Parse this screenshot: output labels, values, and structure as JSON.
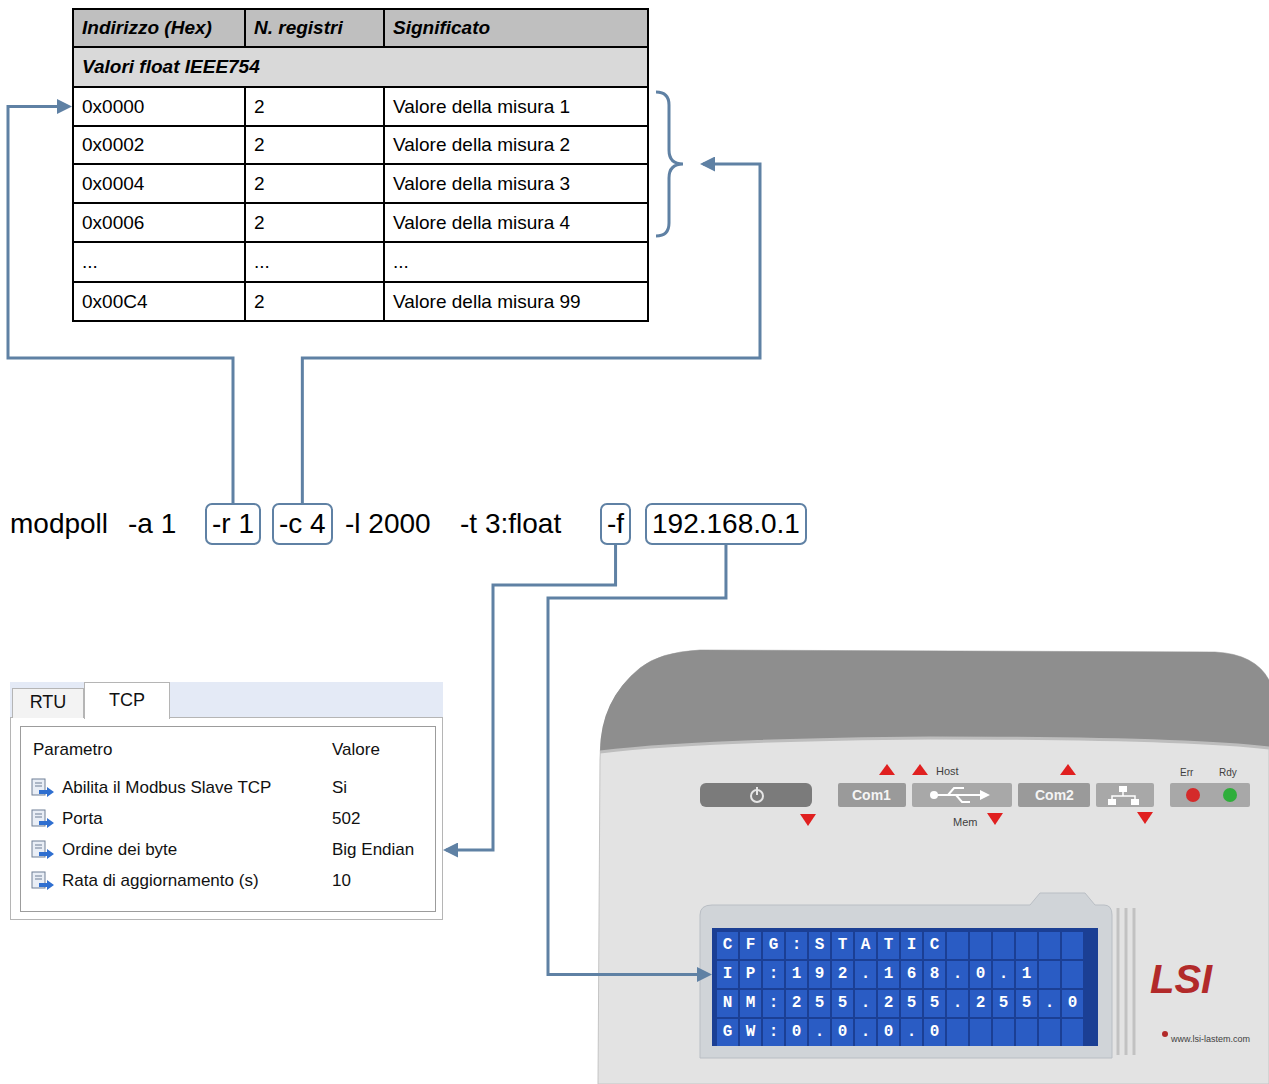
{
  "diagram": {
    "nodes": [
      {
        "text": [
          "Indirizzo (Hex)",
          "N. registri",
          "Significato",
          "Valori float IEEE754",
          "0x0000",
          "2",
          "Valore della misura 1",
          "0x0002",
          "2",
          "Valore della misura 2",
          "0x0004",
          "2",
          "Valore della misura 3",
          "0x0006",
          "2",
          "Valore della misura 4",
          "...",
          "...",
          "...",
          "0x00C4",
          "2",
          "Valore della misura 99"
        ]
      },
      {
        "text": [
          "-r 1"
        ]
      },
      {
        "text": [
          "-c 4"
        ]
      },
      {
        "text": [
          "-f"
        ]
      },
      {
        "text": [
          "192.168.0.1"
        ]
      },
      {
        "text": [
          "RTU",
          "TCP",
          "Parametro",
          "Valore",
          "Abilita il Modbus Slave TCP",
          "Si",
          "Porta",
          "502",
          "Ordine dei byte",
          "Big Endian",
          "Rata di aggiornamento (s)",
          "10"
        ]
      },
      {
        "text": [
          "CFG:STATIC",
          "IP:192.168.0.1",
          "NM:255.255.255.0",
          "GW:0.0.0.0"
        ]
      }
    ],
    "edges": [
      {
        "from": 1,
        "to": 0,
        "arrow": "to"
      },
      {
        "from": 2,
        "to": 0,
        "arrow": "to"
      },
      {
        "from": 3,
        "to": 5,
        "arrow": "to"
      },
      {
        "from": 4,
        "to": 6,
        "arrow": "to"
      }
    ],
    "labels": [
      "modpoll",
      "-a 1",
      "-l 2000",
      "-t 3:float",
      "Host",
      "Com1",
      "Mem",
      "Com2",
      "Err",
      "Rdy",
      "LSI",
      "www.lsi-lastem.com"
    ]
  }
}
